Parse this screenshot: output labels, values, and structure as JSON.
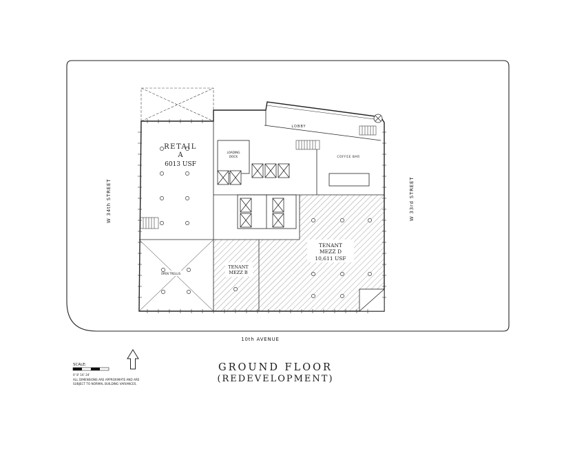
{
  "colors": {
    "paper": "#ffffff",
    "ink": "#1a1a1a"
  },
  "streets": {
    "left": "W 34th STREET",
    "right": "W 33rd STREET",
    "bottom": "10th AVENUE"
  },
  "title": {
    "line1": "GROUND  FLOOR",
    "line2": "(REDEVELOPMENT)"
  },
  "scale_block": {
    "label": "SCALE:",
    "ticks": "0'      8'      16'      24'",
    "note1": "ALL DIMENSIONS ARE APPROXIMATE AND ARE",
    "note2": "SUBJECT TO NORMAL BUILDING VARIANCES."
  },
  "rooms": {
    "retail_a": {
      "name": "RETAIL",
      "letter": "A",
      "area": "6013 USF"
    },
    "lobby": {
      "name": "LOBBY"
    },
    "loading_dock": {
      "line1": "LOADING",
      "line2": "DOCK"
    },
    "coffee_bar": {
      "name": "COFFEE BAR"
    },
    "tenant_mezz_d": {
      "line1": "TENANT",
      "line2": "MEZZ  D",
      "area": "10,611 USF"
    },
    "tenant_mezz_b": {
      "line1": "TENANT",
      "line2": "MEZZ B"
    },
    "open_trellis": {
      "name": "OPEN TRELLIS"
    }
  }
}
